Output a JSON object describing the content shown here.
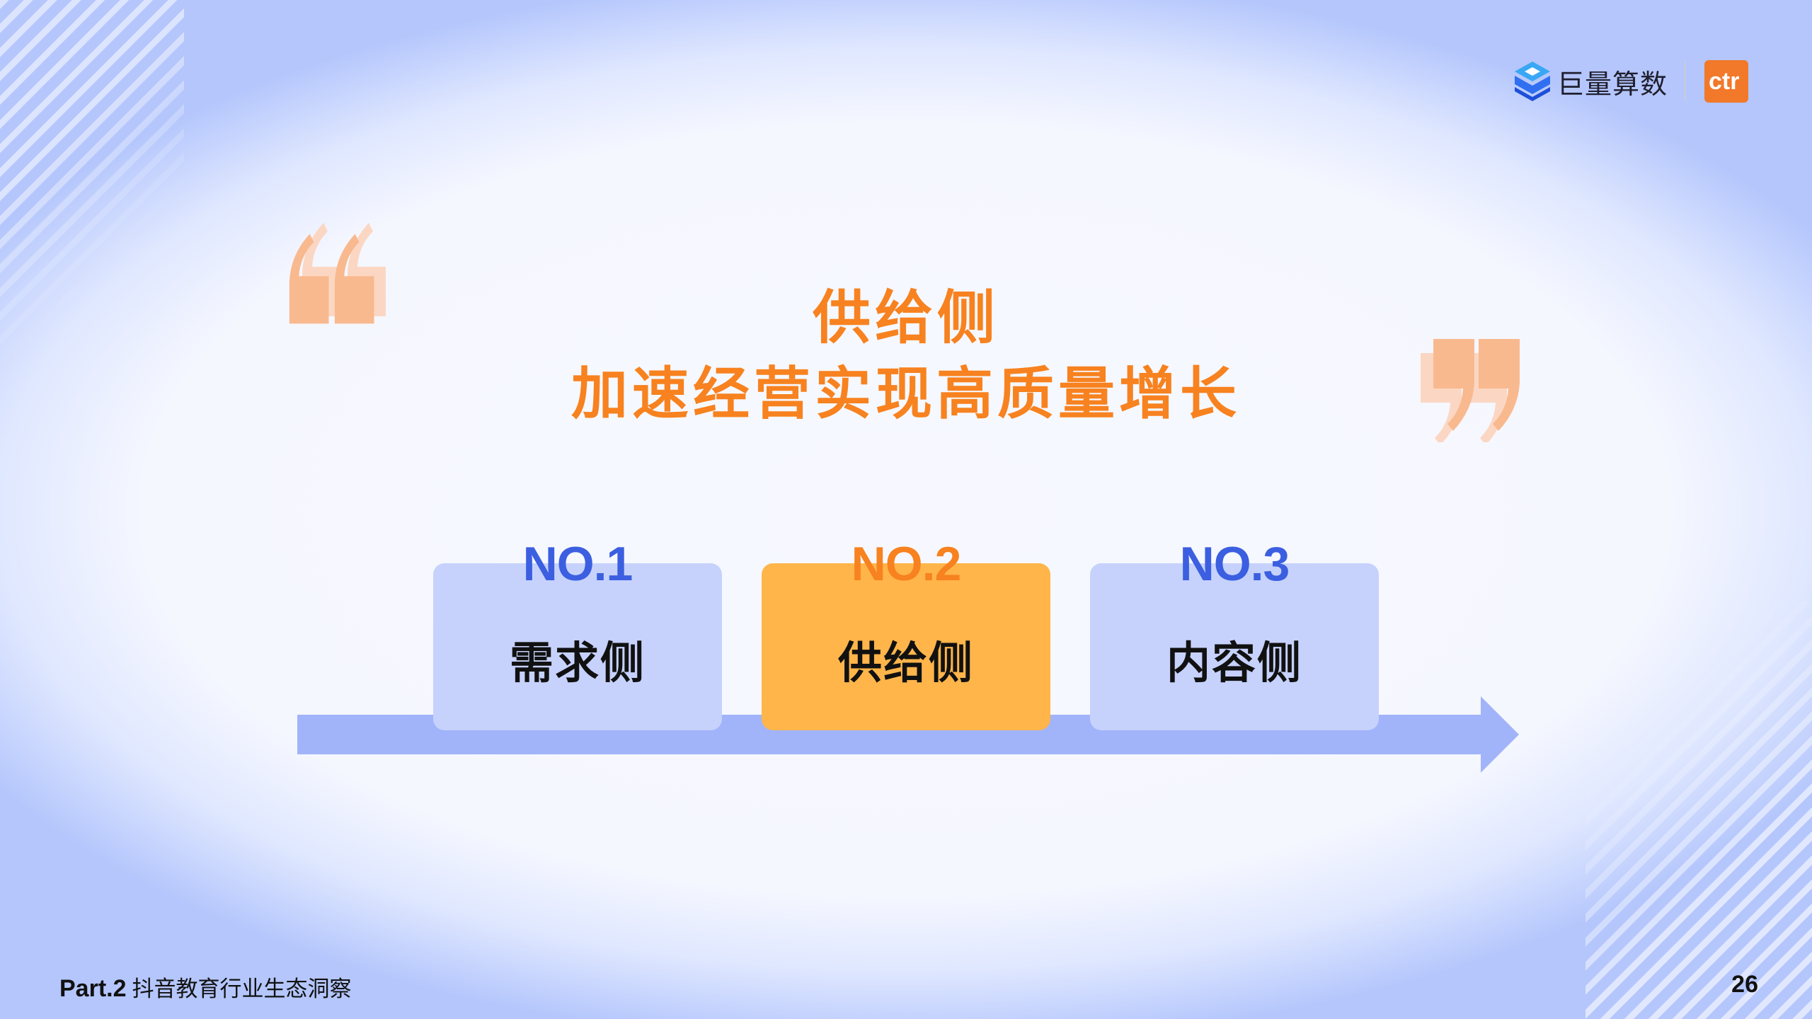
{
  "brand": {
    "logo_text": "巨量算数",
    "ctr_text": "ctr"
  },
  "headline": {
    "line1": "供给侧",
    "line2": "加速经营实现高质量增长"
  },
  "steps": [
    {
      "no": "NO.1",
      "label": "需求侧"
    },
    {
      "no": "NO.2",
      "label": "供给侧"
    },
    {
      "no": "NO.3",
      "label": "内容侧"
    }
  ],
  "active_step": 2,
  "footer": {
    "part": "Part.2",
    "section_title": "抖音教育行业生态洞察",
    "page_number": "26"
  },
  "colors": {
    "accent_orange": "#f7821f",
    "active_card": "#ffb54a",
    "inactive_card": "#c6d2fc",
    "timeline": "#a1b4fa",
    "step_number_blue": "#3b5fe0"
  },
  "icons": [
    "juliang-suanshu-logo-icon",
    "ctr-logo-icon",
    "open-quote-icon",
    "close-quote-icon",
    "arrow-right-icon"
  ]
}
